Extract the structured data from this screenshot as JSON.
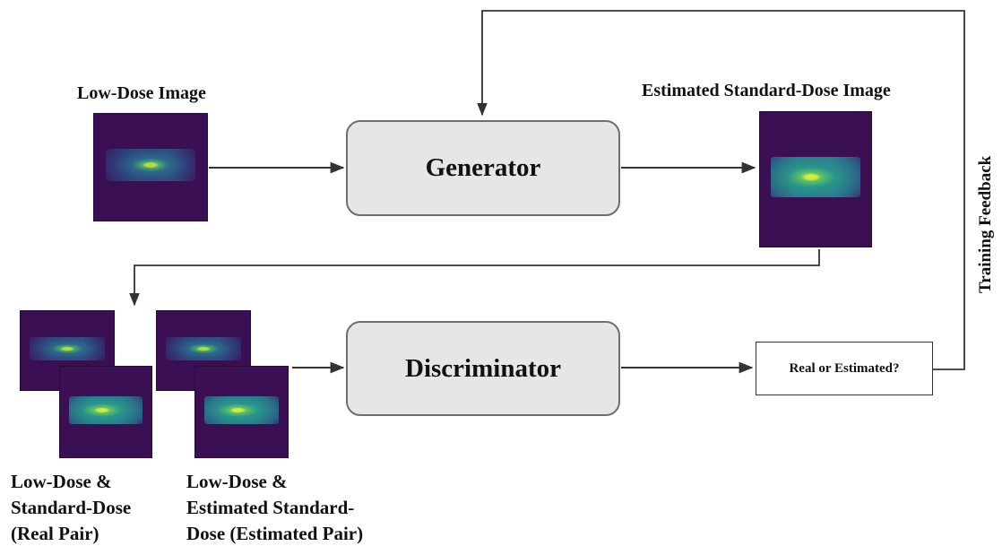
{
  "labels": {
    "low_dose_image": "Low-Dose Image",
    "estimated_image": "Estimated Standard-Dose Image",
    "generator": "Generator",
    "discriminator": "Discriminator",
    "real_or_estimated": "Real or Estimated?",
    "training_feedback": "Training Feedback",
    "real_pair": [
      "Low-Dose &",
      "Standard-Dose",
      "(Real Pair)"
    ],
    "estimated_pair": [
      "Low-Dose &",
      "Estimated Standard-",
      "Dose (Estimated Pair)"
    ]
  },
  "colors": {
    "image_background": "#3b0f53",
    "box_fill": "#e6e6e6",
    "box_border": "#6e6e6e",
    "arrow": "#333333"
  }
}
